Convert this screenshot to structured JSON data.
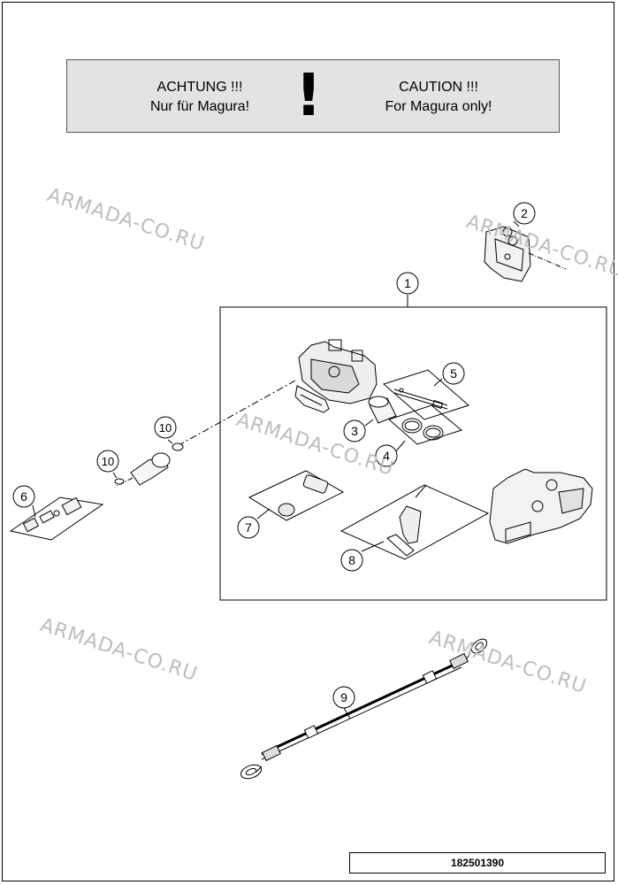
{
  "warning": {
    "left_title": "ACHTUNG !!!",
    "left_text": "Nur für Magura!",
    "symbol": "!",
    "right_title": "CAUTION !!!",
    "right_text": "For Magura only!"
  },
  "callouts": {
    "c1": "1",
    "c2": "2",
    "c3": "3",
    "c4": "4",
    "c5": "5",
    "c6": "6",
    "c7": "7",
    "c8": "8",
    "c9": "9",
    "c10a": "10",
    "c10b": "10"
  },
  "watermark": "ARMADA-CO.RU",
  "drawing_number": "182501390"
}
